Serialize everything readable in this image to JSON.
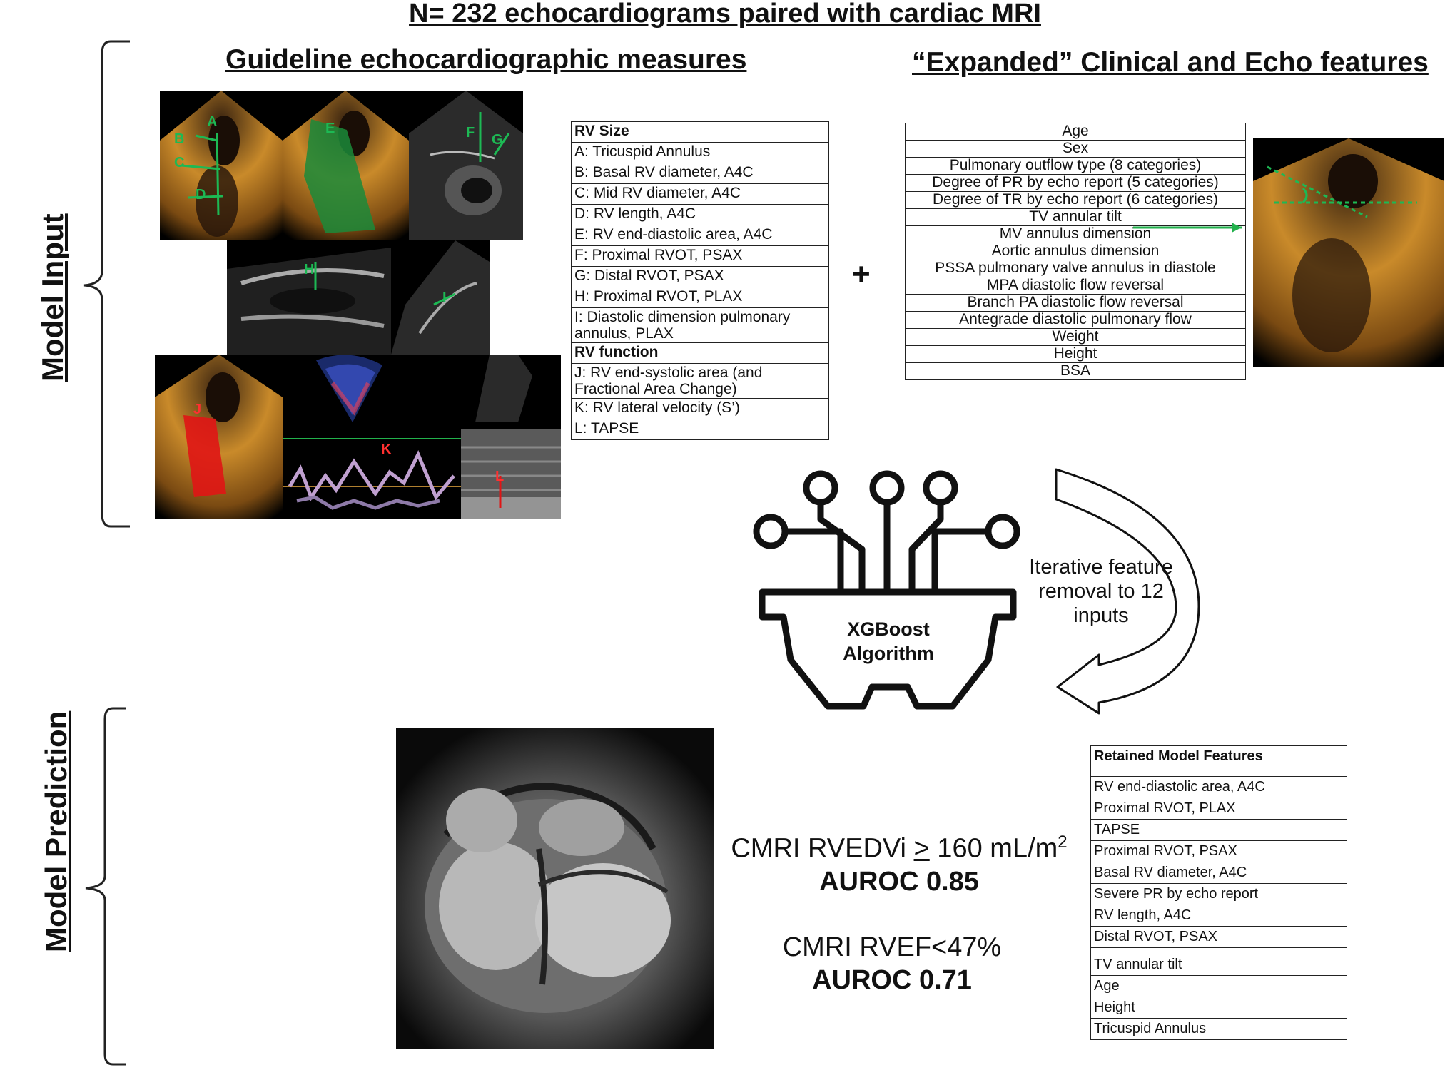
{
  "title": "N= 232 echocardiograms paired with cardiac MRI",
  "labels": {
    "model_input": "Model Input",
    "model_prediction": "Model Prediction",
    "plus": "+"
  },
  "guideline": {
    "heading": "Guideline echocardiographic measures",
    "panel_letters": [
      "A",
      "B",
      "C",
      "D",
      "E",
      "F",
      "G",
      "H",
      "I",
      "J",
      "K",
      "L"
    ],
    "rows": [
      {
        "text": "RV Size",
        "bold": true
      },
      {
        "text": "A: Tricuspid Annulus"
      },
      {
        "text": "B: Basal RV diameter, A4C"
      },
      {
        "text": "C: Mid RV diameter, A4C"
      },
      {
        "text": "D: RV length, A4C"
      },
      {
        "text": "E: RV end-diastolic area, A4C"
      },
      {
        "text": "F: Proximal RVOT, PSAX"
      },
      {
        "text": "G: Distal RVOT, PSAX"
      },
      {
        "text": "H: Proximal RVOT, PLAX"
      },
      {
        "text": "I: Diastolic dimension pulmonary annulus, PLAX"
      },
      {
        "text": "RV function",
        "bold": true
      },
      {
        "text": "J: RV end-systolic area (and Fractional Area Change)"
      },
      {
        "text": "K: RV lateral velocity (S’)"
      },
      {
        "text": "L: TAPSE"
      }
    ]
  },
  "expanded": {
    "heading": "“Expanded” Clinical and Echo features",
    "rows": [
      "Age",
      "Sex",
      "Pulmonary outflow type (8 categories)",
      "Degree of PR by echo report (5 categories)",
      "Degree of TR by echo report (6 categories)",
      "TV annular tilt",
      "MV annulus dimension",
      "Aortic annulus dimension",
      "PSSA pulmonary valve annulus in diastole",
      "MPA diastolic flow reversal",
      "Branch PA diastolic flow reversal",
      "Antegrade diastolic pulmonary flow",
      "Weight",
      "Height",
      "BSA"
    ]
  },
  "algorithm": {
    "name_line1": "XGBoost",
    "name_line2": "Algorithm",
    "iterative_line1": "Iterative feature",
    "iterative_line2": "removal to 12",
    "iterative_line3": "inputs"
  },
  "results": {
    "rvedvi_prefix": "CMRI RVEDVi ",
    "rvedvi_ge": ">",
    "rvedvi_value": " 160 mL/m",
    "rvedvi_sup": "2",
    "rvedvi_auroc": "AUROC 0.85",
    "rvef_label": "CMRI RVEF<47%",
    "rvef_auroc": "AUROC 0.71"
  },
  "retained": {
    "header": "Retained Model Features",
    "rows": [
      "RV end-diastolic area, A4C",
      "Proximal RVOT, PLAX",
      "TAPSE",
      "Proximal RVOT, PSAX",
      "Basal RV diameter, A4C",
      "Severe PR by echo report",
      " RV length, A4C",
      "Distal RVOT, PSAX",
      "TV annular tilt",
      "Age",
      "Height",
      "Tricuspid Annulus"
    ]
  },
  "colors": {
    "measure_green": "#1db954",
    "arrow_green": "#22b14c",
    "overlay_red": "#ff1a1a",
    "echo_gold": "#c98a2a",
    "line": "#222222"
  }
}
